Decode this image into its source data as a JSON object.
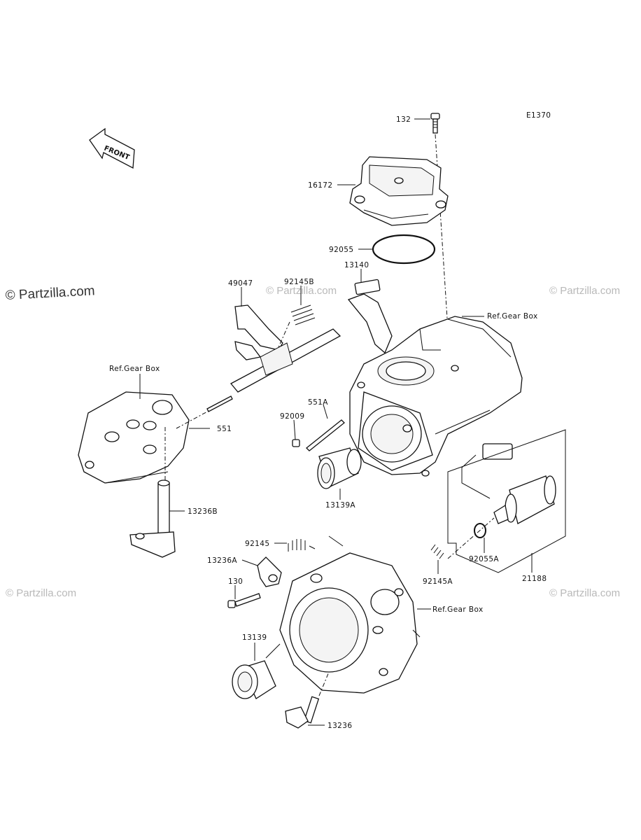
{
  "diagram_code": "E1370",
  "front_arrow_label": "FRONT",
  "watermarks": {
    "main": "© Partzilla.com",
    "faint": "© Partzilla.com"
  },
  "parts": {
    "p132": "132",
    "p16172": "16172",
    "p92055": "92055",
    "p13140": "13140",
    "p49047": "49047",
    "p92145B": "92145B",
    "p551A": "551A",
    "p92009": "92009",
    "p551": "551",
    "p13139A": "13139A",
    "p13236B": "13236B",
    "p92145": "92145",
    "p13236A": "13236A",
    "p130": "130",
    "p13139": "13139",
    "p13236": "13236",
    "p92145A": "92145A",
    "p92055A": "92055A",
    "p21188": "21188"
  },
  "references": {
    "gear_box_top": "Ref.Gear Box",
    "gear_box_left": "Ref.Gear Box",
    "gear_box_bottom": "Ref.Gear Box"
  }
}
